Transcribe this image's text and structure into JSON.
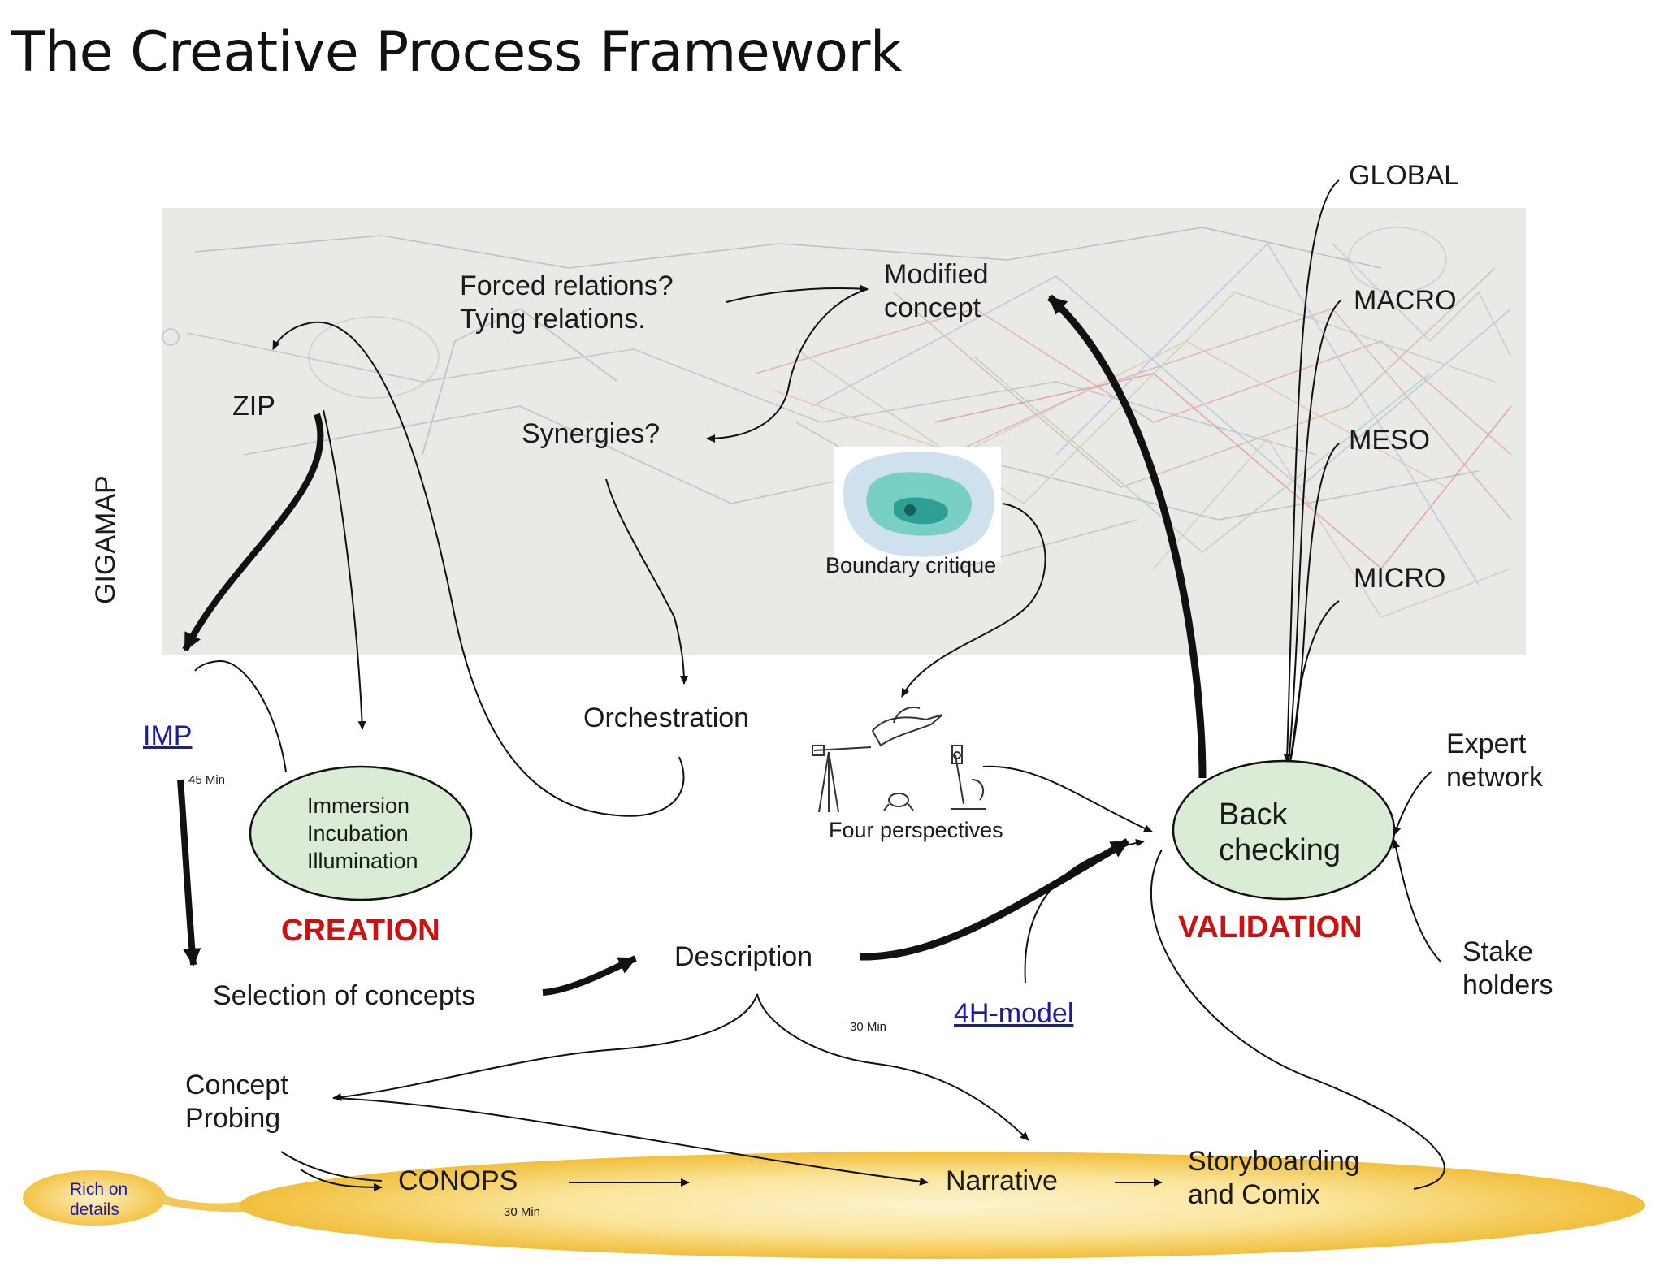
{
  "title": "The Creative Process Framework",
  "side_label": "GIGAMAP",
  "scales": [
    "GLOBAL",
    "MACRO",
    "MESO",
    "MICRO"
  ],
  "nodes": {
    "forced_relations": "Forced relations?\nTying relations.",
    "modified_concept": "Modified\nconcept",
    "zip": "ZIP",
    "synergies": "Synergies?",
    "boundary_critique": "Boundary critique",
    "orchestration": "Orchestration",
    "imp": "IMP",
    "imp_time": "45  Min",
    "creation_steps": "Immersion\nIncubation\nIllumination",
    "creation": "CREATION",
    "four_perspectives": "Four perspectives",
    "back_checking": "Back\nchecking",
    "validation": "VALIDATION",
    "expert_network": "Expert\nnetwork",
    "stake_holders": "Stake\nholders",
    "selection": "Selection of concepts",
    "description": "Description",
    "description_time": "30 Min",
    "four_h_model": "4H-model",
    "concept_probing": "Concept\nProbing",
    "conops": "CONOPS",
    "conops_time": "30 Min",
    "narrative": "Narrative",
    "storyboarding": "Storyboarding\nand Comix",
    "rich_on_details": "Rich on\ndetails"
  },
  "icons": [
    "boundary-map-icon",
    "telescope-icon",
    "bird-icon",
    "frog-icon",
    "microscope-icon"
  ],
  "colors": {
    "creation": "#d10f0f",
    "validation": "#d10f0f",
    "ellipse_fill": "#dbecd6",
    "link": "#1a1aa8",
    "band": "#f2c24a"
  }
}
